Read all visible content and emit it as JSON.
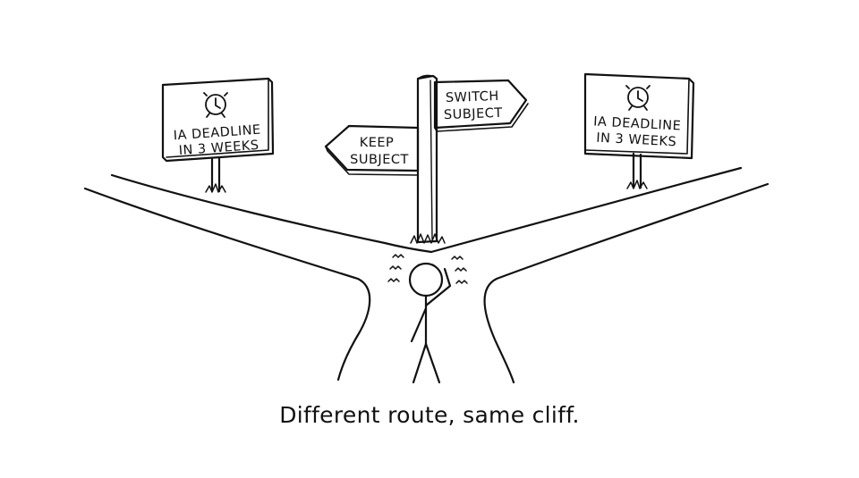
{
  "left_sign": {
    "line1": "IA DEADLINE",
    "line2": "IN 3 WEEKS",
    "icon": "alarm-clock-icon"
  },
  "right_sign": {
    "line1": "IA DEADLINE",
    "line2": "IN 3 WEEKS",
    "icon": "alarm-clock-icon"
  },
  "signpost": {
    "switch_line1": "SWITCH",
    "switch_line2": "SUBJECT",
    "keep_line1": "KEEP",
    "keep_line2": "SUBJECT"
  },
  "caption": "Different route, same cliff.",
  "colors": {
    "ink": "#111111",
    "background": "#ffffff"
  }
}
